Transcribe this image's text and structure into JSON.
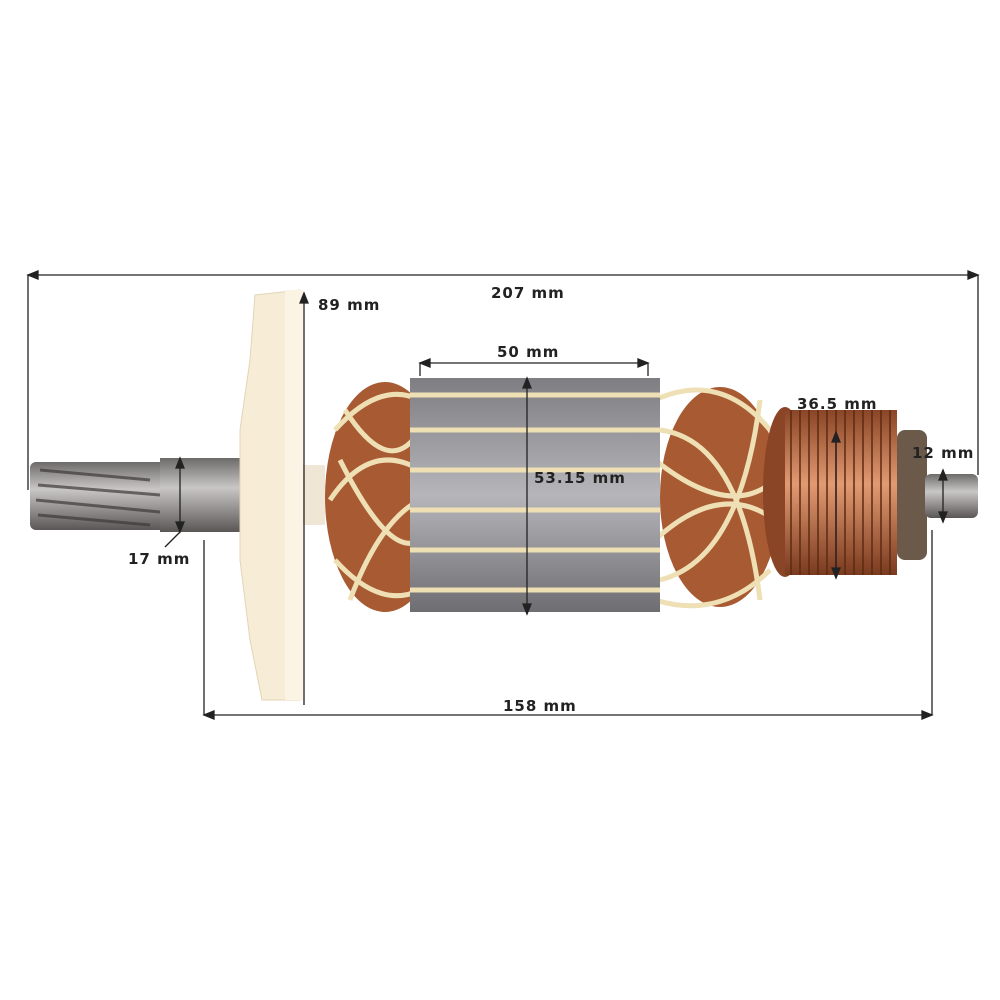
{
  "dimensions": {
    "overall_length": "207 mm",
    "fan_diameter": "89 mm",
    "core_length": "50 mm",
    "core_diameter": "53.15 mm",
    "commutator_diameter": "36.5 mm",
    "rear_shaft_diameter": "12 mm",
    "bearing_seat_diameter": "17 mm",
    "bearing_span": "158 mm"
  },
  "colors": {
    "copper": "#b8683e",
    "steel": "#9a9a9c",
    "fan": "#f7ecd6",
    "binding": "#eedfb4",
    "line": "#222222"
  }
}
